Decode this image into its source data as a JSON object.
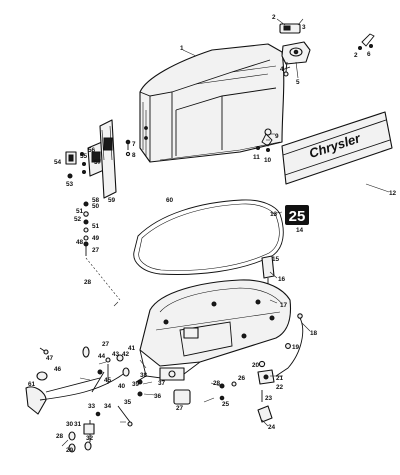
{
  "decals": {
    "brand_text": "Chrysler",
    "model_number": "25"
  },
  "callouts": [
    {
      "id": "c1",
      "text": "1"
    },
    {
      "id": "c2a",
      "text": "2"
    },
    {
      "id": "c3",
      "text": "3"
    },
    {
      "id": "c4",
      "text": "4"
    },
    {
      "id": "c5",
      "text": "5"
    },
    {
      "id": "c2b",
      "text": "2"
    },
    {
      "id": "c6",
      "text": "6"
    },
    {
      "id": "c7",
      "text": "7"
    },
    {
      "id": "c8",
      "text": "8"
    },
    {
      "id": "c9",
      "text": "9"
    },
    {
      "id": "c10",
      "text": "10"
    },
    {
      "id": "c11",
      "text": "11"
    },
    {
      "id": "c12",
      "text": "12"
    },
    {
      "id": "c13",
      "text": "13"
    },
    {
      "id": "c14",
      "text": "14"
    },
    {
      "id": "c15",
      "text": "15"
    },
    {
      "id": "c16",
      "text": "16"
    },
    {
      "id": "c17",
      "text": "17"
    },
    {
      "id": "c18",
      "text": "18"
    },
    {
      "id": "c19",
      "text": "19"
    },
    {
      "id": "c20",
      "text": "20"
    },
    {
      "id": "c21",
      "text": "21"
    },
    {
      "id": "c22",
      "text": "22"
    },
    {
      "id": "c23",
      "text": "23"
    },
    {
      "id": "c24",
      "text": "24"
    },
    {
      "id": "c25",
      "text": "25"
    },
    {
      "id": "c26",
      "text": "26"
    },
    {
      "id": "c27a",
      "text": "27"
    },
    {
      "id": "c27b",
      "text": "27"
    },
    {
      "id": "c27c",
      "text": "27"
    },
    {
      "id": "c28a",
      "text": "28"
    },
    {
      "id": "c28b",
      "text": "28"
    },
    {
      "id": "c28c",
      "text": "28"
    },
    {
      "id": "c29",
      "text": "29"
    },
    {
      "id": "c30",
      "text": "30"
    },
    {
      "id": "c31",
      "text": "31"
    },
    {
      "id": "c32",
      "text": "32"
    },
    {
      "id": "c33",
      "text": "33"
    },
    {
      "id": "c34",
      "text": "34"
    },
    {
      "id": "c35",
      "text": "35"
    },
    {
      "id": "c36",
      "text": "36"
    },
    {
      "id": "c37",
      "text": "37"
    },
    {
      "id": "c38",
      "text": "38"
    },
    {
      "id": "c39",
      "text": "39"
    },
    {
      "id": "c40",
      "text": "40"
    },
    {
      "id": "c41",
      "text": "41"
    },
    {
      "id": "c42",
      "text": "42"
    },
    {
      "id": "c43",
      "text": "43"
    },
    {
      "id": "c44",
      "text": "44"
    },
    {
      "id": "c45",
      "text": "45"
    },
    {
      "id": "c46",
      "text": "46"
    },
    {
      "id": "c47",
      "text": "47"
    },
    {
      "id": "c48",
      "text": "48"
    },
    {
      "id": "c49",
      "text": "49"
    },
    {
      "id": "c50",
      "text": "50"
    },
    {
      "id": "c51a",
      "text": "51"
    },
    {
      "id": "c51b",
      "text": "51"
    },
    {
      "id": "c52",
      "text": "52"
    },
    {
      "id": "c53",
      "text": "53"
    },
    {
      "id": "c54",
      "text": "54"
    },
    {
      "id": "c55",
      "text": "55"
    },
    {
      "id": "c56",
      "text": "56"
    },
    {
      "id": "c57",
      "text": "57"
    },
    {
      "id": "c58",
      "text": "58"
    },
    {
      "id": "c59",
      "text": "59"
    },
    {
      "id": "c60",
      "text": "60"
    },
    {
      "id": "c61",
      "text": "61"
    }
  ]
}
